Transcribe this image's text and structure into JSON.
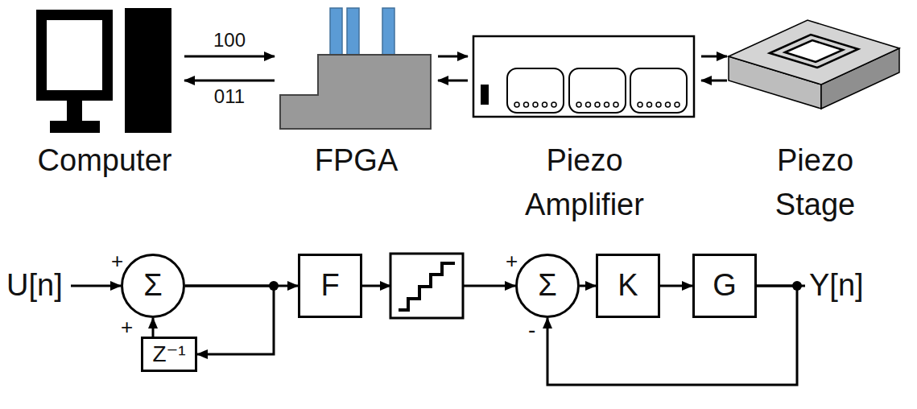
{
  "diagram": {
    "nodes": [
      {
        "text": [
          "Computer"
        ]
      },
      {
        "text": [
          "FPGA"
        ]
      },
      {
        "text": [
          "Piezo Amplifier"
        ]
      },
      {
        "text": [
          "Piezo Stage"
        ]
      },
      {
        "text": [
          "Σ"
        ]
      },
      {
        "text": [
          "F"
        ]
      },
      {
        "text": [
          "Σ"
        ]
      },
      {
        "text": [
          "K"
        ]
      },
      {
        "text": [
          "G"
        ]
      },
      {
        "text": [
          "Z⁻¹"
        ]
      }
    ],
    "edges": [
      {
        "from": 0,
        "to": 1,
        "label": "100",
        "arrow": "to"
      },
      {
        "from": 1,
        "to": 0,
        "label": "011",
        "arrow": "to"
      },
      {
        "from": 1,
        "to": 2,
        "arrow": "to"
      },
      {
        "from": 2,
        "to": 1,
        "arrow": "to"
      },
      {
        "from": 2,
        "to": 3,
        "arrow": "to"
      },
      {
        "from": 3,
        "to": 2,
        "arrow": "to"
      },
      {
        "from": 4,
        "to": 5,
        "arrow": "to"
      },
      {
        "from": 4,
        "to": 9,
        "arrow": "to"
      },
      {
        "from": 9,
        "to": 4,
        "arrow": "to"
      },
      {
        "from": 6,
        "to": 7,
        "arrow": "to"
      },
      {
        "from": 7,
        "to": 8,
        "arrow": "to"
      },
      {
        "from": 8,
        "to": 6,
        "arrow": "to"
      }
    ],
    "labels": [
      "U[n]",
      "+",
      "+",
      "+",
      "-",
      "Y[n]"
    ]
  }
}
